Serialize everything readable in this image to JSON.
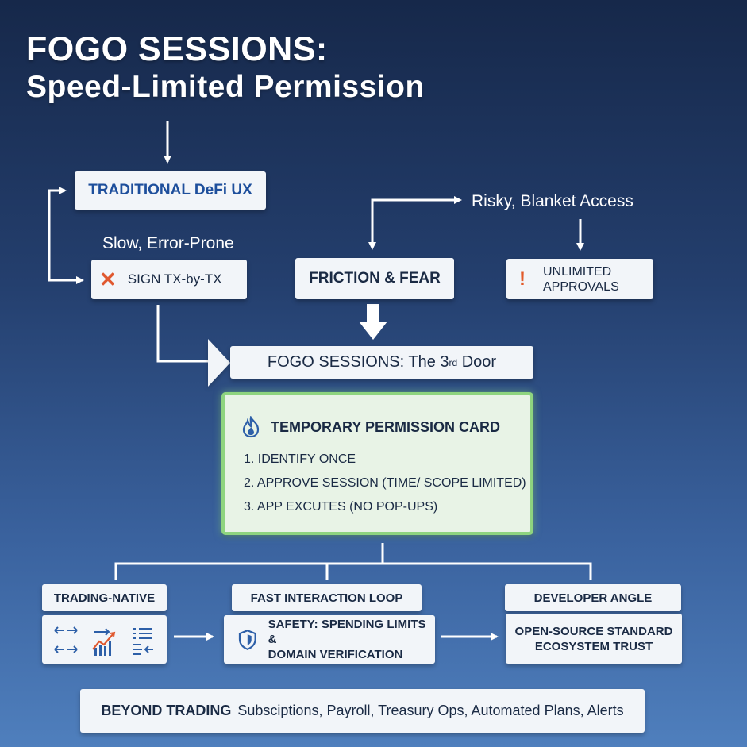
{
  "title": {
    "line1": "FOGO SESSIONS:",
    "line2": "Speed-Limited Permission"
  },
  "traditional": {
    "label": "TRADITIONAL DeFi UX",
    "note": "Slow, Error-Prone"
  },
  "sign_tx": {
    "label": "SIGN TX-by-TX",
    "icon": "x-icon"
  },
  "friction": {
    "label": "FRICTION & FEAR"
  },
  "risky": {
    "label": "Risky, Blanket Access"
  },
  "unlimited": {
    "line1": "UNLIMITED",
    "line2": "APPROVALS",
    "icon": "exclamation-icon"
  },
  "door": {
    "prefix": "FOGO SESSIONS: The 3",
    "sup": "rd",
    "suffix": " Door"
  },
  "card": {
    "title": "TEMPORARY PERMISSION CARD",
    "steps": [
      "1. IDENTIFY ONCE",
      "2. APPROVE SESSION (TIME/ SCOPE LIMITED)",
      "3. APP EXCUTES (NO POP-UPS)"
    ],
    "accent": "#8ed47f"
  },
  "tabs": {
    "trading": "TRADING-NATIVE",
    "fast": "FAST INTERACTION LOOP",
    "developer": "DEVELOPER ANGLE"
  },
  "safety": {
    "line1": "SAFETY: SPENDING LIMITS &",
    "line2": "DOMAIN VERIFICATION",
    "icon": "shield-icon"
  },
  "developer": {
    "line1": "OPEN-SOURCE STANDARD",
    "line2": "ECOSYSTEM TRUST"
  },
  "beyond": {
    "bold": "BEYOND TRADING",
    "rest": "Subsciptions, Payroll, Treasury Ops, Automated Plans, Alerts"
  },
  "colors": {
    "background_top": "#16284a",
    "background_bottom": "#4f7fbd",
    "link_blue": "#1e4f9c",
    "warning": "#e25a2a"
  }
}
